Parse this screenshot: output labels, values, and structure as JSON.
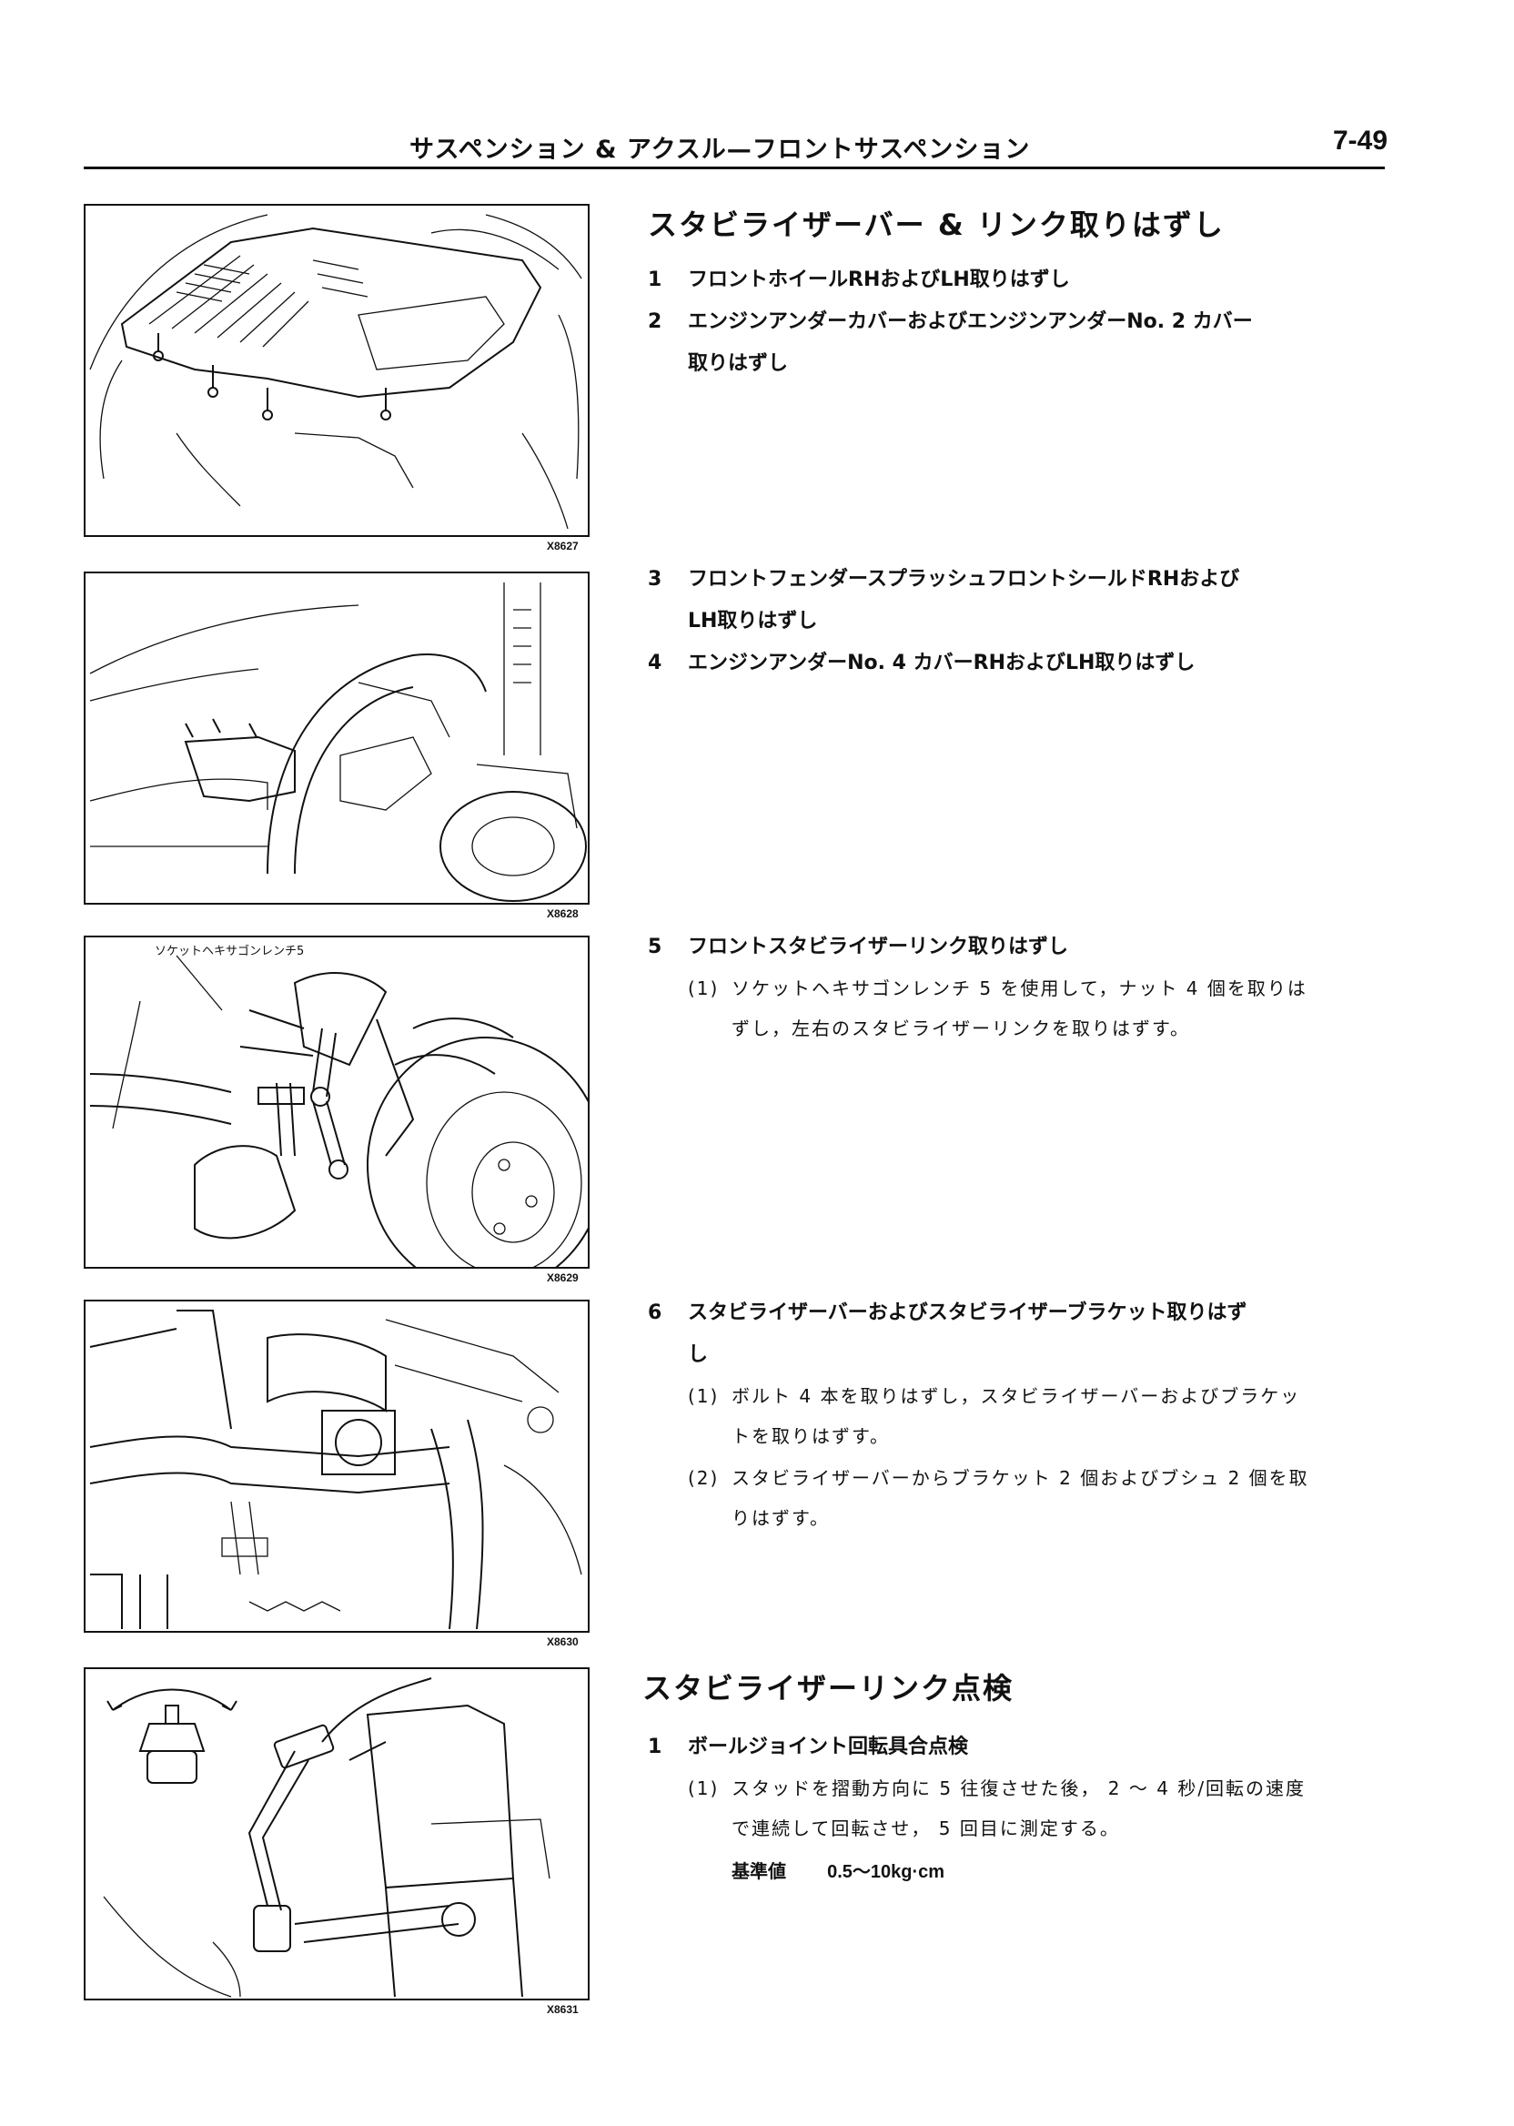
{
  "header": {
    "title": "サスペンション & アクスル—フロントサスペンション",
    "page_number": "7-49"
  },
  "section1": {
    "title": "スタビライザーバー & リンク取りはずし",
    "steps": [
      {
        "num": "1",
        "text": "フロントホイールRHおよびLH取りはずし"
      },
      {
        "num": "2",
        "text": "エンジンアンダーカバーおよびエンジンアンダーNo. 2 カバー",
        "cont": "取りはずし"
      },
      {
        "num": "3",
        "text": "フロントフェンダースプラッシュフロントシールドRHおよび",
        "cont": "LH取りはずし"
      },
      {
        "num": "4",
        "text": "エンジンアンダーNo. 4 カバーRHおよびLH取りはずし"
      },
      {
        "num": "5",
        "text": "フロントスタビライザーリンク取りはずし"
      },
      {
        "num": "6",
        "text": "スタビライザーバーおよびスタビライザーブラケット取りはず",
        "cont": "し"
      }
    ],
    "step5_sub": {
      "num": "(1)",
      "text": "ソケットヘキサゴンレンチ 5 を使用して，ナット 4 個を取りは",
      "cont": "ずし，左右のスタビライザーリンクを取りはずす。"
    },
    "step6_subs": [
      {
        "num": "(1)",
        "text": "ボルト 4 本を取りはずし，スタビライザーバーおよびブラケッ",
        "cont": "トを取りはずす。"
      },
      {
        "num": "(2)",
        "text": "スタビライザーバーからブラケット 2 個およびブシュ 2 個を取",
        "cont": "りはずす。"
      }
    ]
  },
  "section2": {
    "title": "スタビライザーリンク点検",
    "step": {
      "num": "1",
      "text": "ボールジョイント回転具合点検"
    },
    "sub": {
      "num": "(1)",
      "text": "スタッドを摺動方向に 5 往復させた後， 2 ～ 4 秒/回転の速度",
      "cont": "で連続して回転させ， 5 回目に測定する。"
    },
    "spec": {
      "label": "基準値",
      "value": "0.5～10kg·cm"
    }
  },
  "figures": {
    "fig1_code": "X8627",
    "fig2_code": "X8628",
    "fig3_code": "X8629",
    "fig3_label": "ソケットヘキサゴンレンチ5",
    "fig4_code": "X8630",
    "fig5_code": "X8631"
  }
}
